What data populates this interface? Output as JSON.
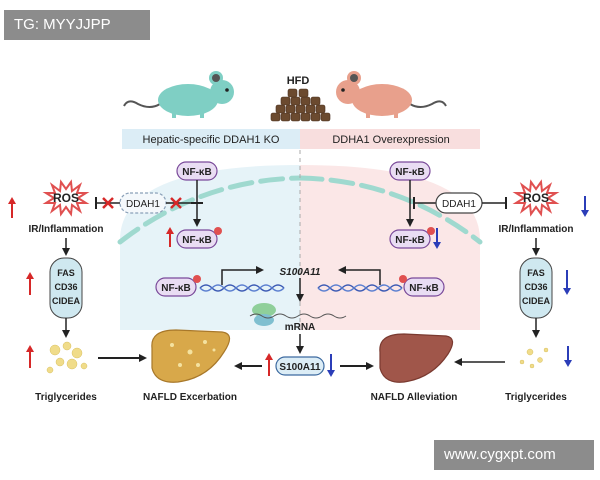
{
  "watermarks": {
    "top": "TG: MYYJJPP",
    "bottom": "www.cygxpt.com"
  },
  "header": {
    "diet": "HFD",
    "left_condition": "Hepatic-specific DDAH1 KO",
    "right_condition": "DDHA1 Overexpression"
  },
  "labels": {
    "ros": "ROS",
    "ir_inflammation": "IR/Inflammation",
    "fas": "FAS",
    "cd36": "CD36",
    "cidea": "CIDEA",
    "triglycerides": "Triglycerides",
    "nfkb": "NF-κB",
    "ddah1": "DDAH1",
    "s100a11_gene": "S100A11",
    "mrna": "mRNA",
    "s100a11_protein": "S100A11",
    "phospho": "P",
    "nafld_exacerbation": "NAFLD Excerbation",
    "nafld_alleviation": "NAFLD Alleviation"
  },
  "colors": {
    "ko_mouse": "#7fcfc4",
    "oe_mouse": "#e8a08c",
    "up_arrow": "#d62828",
    "down_arrow": "#2b3db8",
    "inhibit_cross": "#d62828",
    "ko_header_bg": "#dcedf6",
    "oe_header_bg": "#f8dede",
    "nfkb_fill": "#e9ddf3",
    "nfkb_border": "#7a4a9a",
    "ros_burst": "#e05050",
    "pathway_box": "#cfe8f0",
    "liver_fatty": "#d8a84a",
    "liver_healthy": "#a0564a",
    "dna_blue": "#3c5ab4",
    "ribosome": "#8fcf9a"
  }
}
